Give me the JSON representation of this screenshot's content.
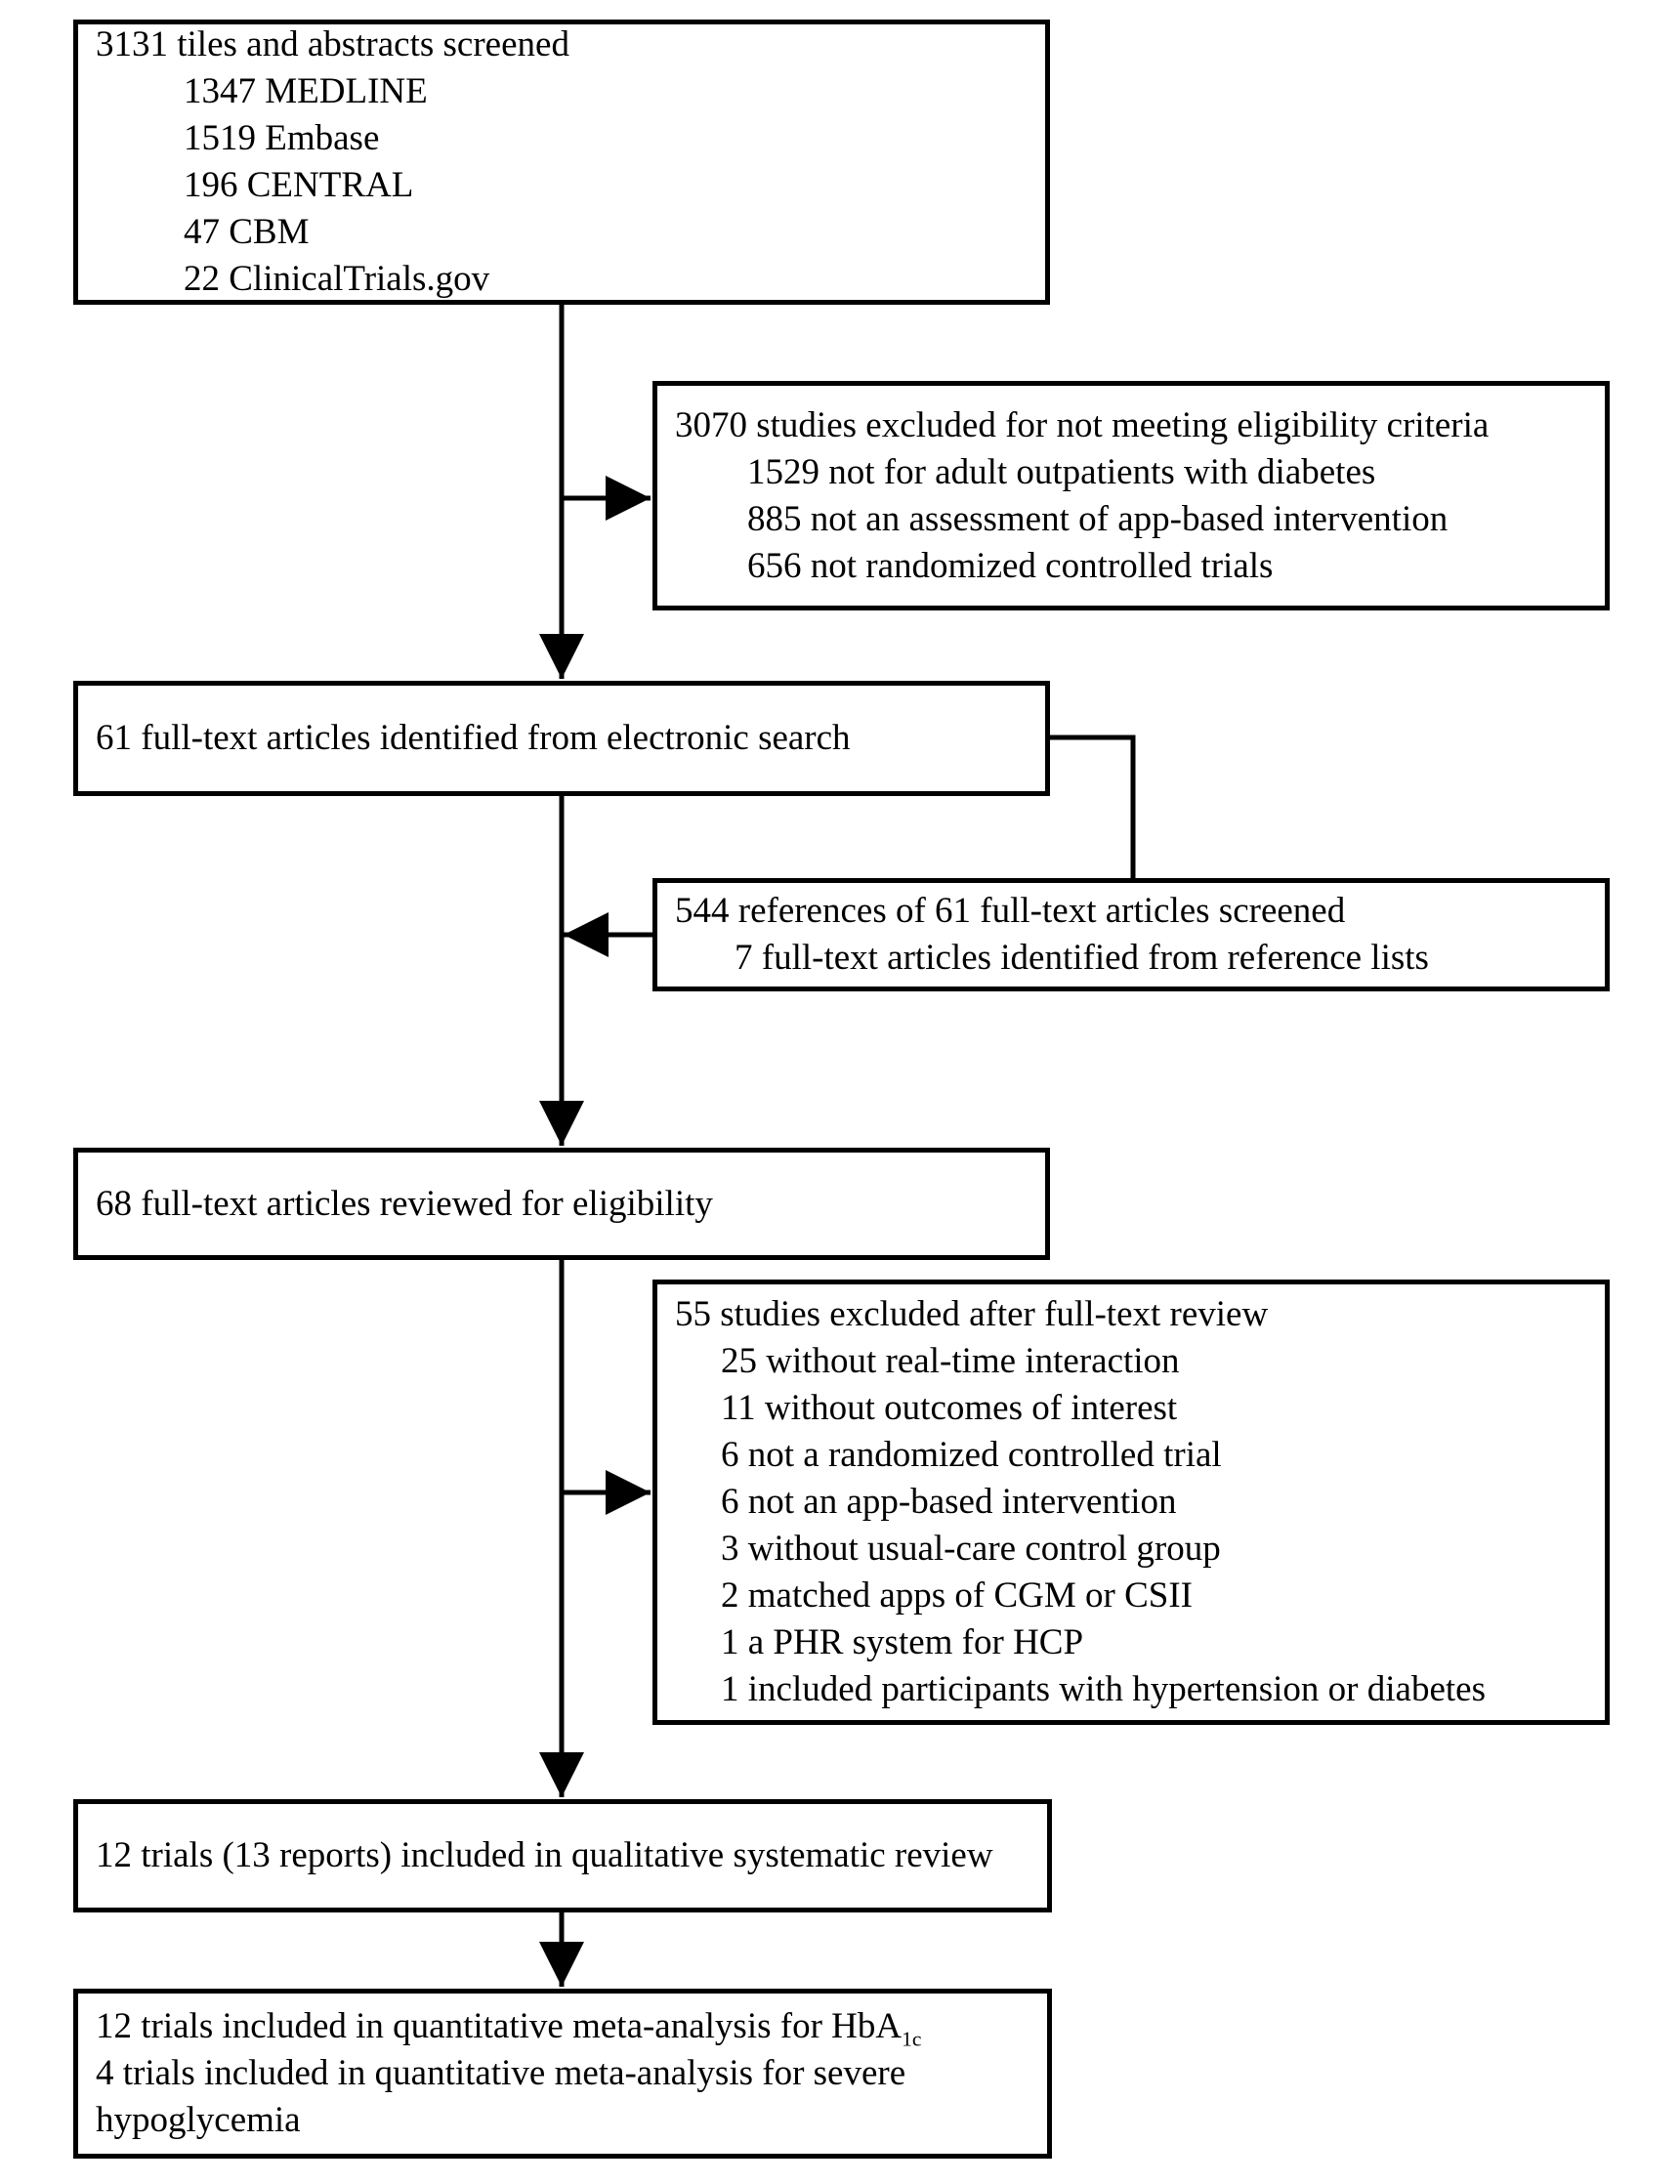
{
  "colors": {
    "border": "#000000",
    "background": "#ffffff",
    "text": "#000000"
  },
  "boxes": {
    "screened": {
      "title": "3131 tiles and abstracts screened",
      "items": [
        "1347 MEDLINE",
        "1519 Embase",
        "196 CENTRAL",
        "47 CBM",
        "22 ClinicalTrials.gov"
      ]
    },
    "excluded_screening": {
      "title": "3070 studies excluded for not meeting eligibility criteria",
      "items": [
        "1529 not for adult outpatients with diabetes",
        "885 not an assessment of app-based intervention",
        "656 not randomized controlled trials"
      ]
    },
    "electronic": {
      "title": "61 full-text articles identified from electronic search"
    },
    "references": {
      "title": "544 references of 61 full-text articles screened",
      "items": [
        "7 full-text articles identified from reference lists"
      ]
    },
    "reviewed": {
      "title": "68 full-text articles reviewed for eligibility"
    },
    "excluded_fulltext": {
      "title": "55 studies excluded after full-text review",
      "items": [
        "25 without real-time interaction",
        "11 without outcomes of interest",
        "6 not a randomized controlled trial",
        "6 not an app-based intervention",
        "3 without usual-care control group",
        "2 matched apps of CGM or CSII",
        "1 a PHR system for HCP",
        "1 included participants with hypertension or diabetes"
      ]
    },
    "qualitative": {
      "title": "12 trials (13 reports) included in qualitative systematic review"
    },
    "quantitative": {
      "line1_text": "12 trials included in quantitative meta-analysis for HbA",
      "line1_subscript": "1c",
      "line2_text": "4 trials included in quantitative meta-analysis for severe hypoglycemia"
    }
  }
}
